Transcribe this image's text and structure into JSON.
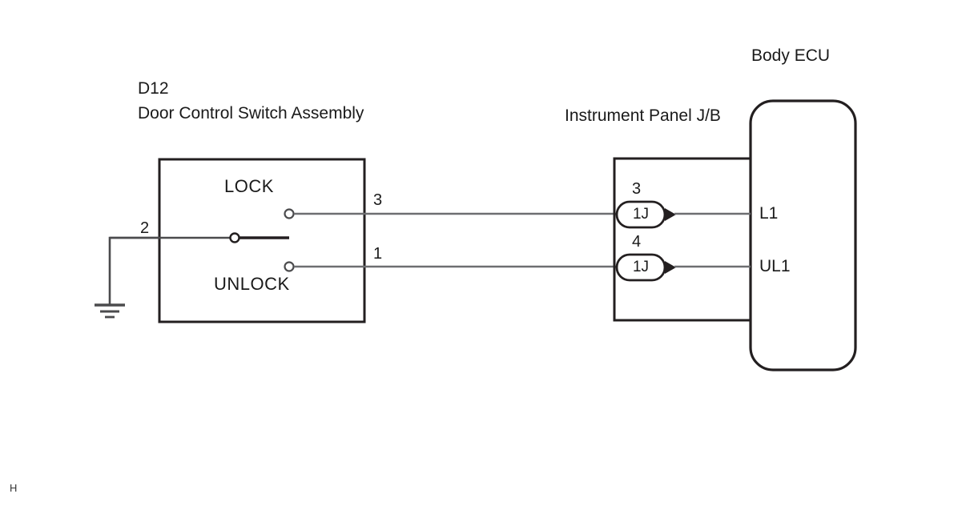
{
  "diagram": {
    "title_bottom_marker": "H",
    "components": {
      "door_switch": {
        "code": "D12",
        "name": "Door Control Switch Assembly",
        "states": {
          "lock": "LOCK",
          "unlock": "UNLOCK"
        },
        "pins": {
          "common": "2",
          "lock": "3",
          "unlock": "1"
        },
        "ground_symbol": "chassis-ground"
      },
      "junction_block": {
        "name": "Instrument Panel J/B",
        "connectors": [
          {
            "pin": "3",
            "code": "1J",
            "signal": "L1"
          },
          {
            "pin": "4",
            "code": "1J",
            "signal": "UL1"
          }
        ]
      },
      "body_ecu": {
        "name": "Body ECU",
        "terminals": [
          {
            "label": "L1"
          },
          {
            "label": "UL1"
          }
        ]
      }
    },
    "colors": {
      "line_dark": "#231f20",
      "line_wire": "#58595b",
      "background": "#ffffff",
      "text": "#1a1a1a"
    }
  }
}
